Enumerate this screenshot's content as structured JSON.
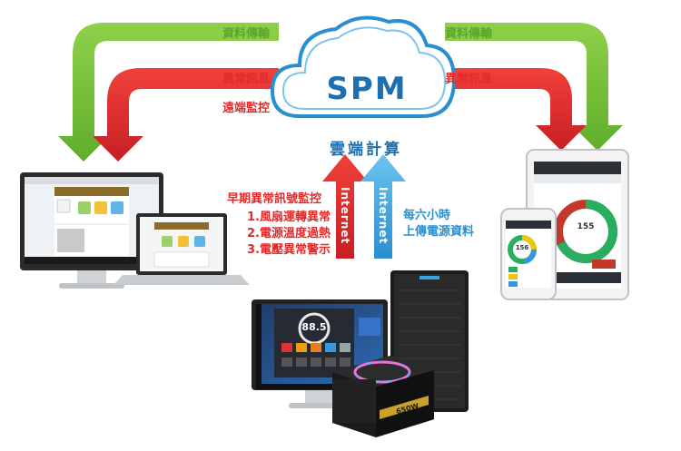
{
  "cloud": {
    "title": "SPM",
    "caption": "雲端計算"
  },
  "left_labels": {
    "data": "資料傳輸",
    "alert": "異常訊息",
    "remote": "遠端監控"
  },
  "right_labels": {
    "data": "資料傳輸",
    "alert": "異常訊息"
  },
  "early_warning": {
    "heading": "早期異常訊號監控",
    "items": [
      "1.風扇運轉異常",
      "2.電源溫度過熱",
      "3.電壓異常警示"
    ]
  },
  "upload_note": {
    "line1": "每六小時",
    "line2": "上傳電源資料"
  },
  "internet_label": "Internet",
  "monitor_reading": "88.5",
  "tablet_reading": "155",
  "phone_reading": "156",
  "psu_label": "650W",
  "colors": {
    "green": "#7dc242",
    "red": "#e3282b",
    "blue": "#3aa3dc",
    "cloud": "#2a8fd0"
  }
}
